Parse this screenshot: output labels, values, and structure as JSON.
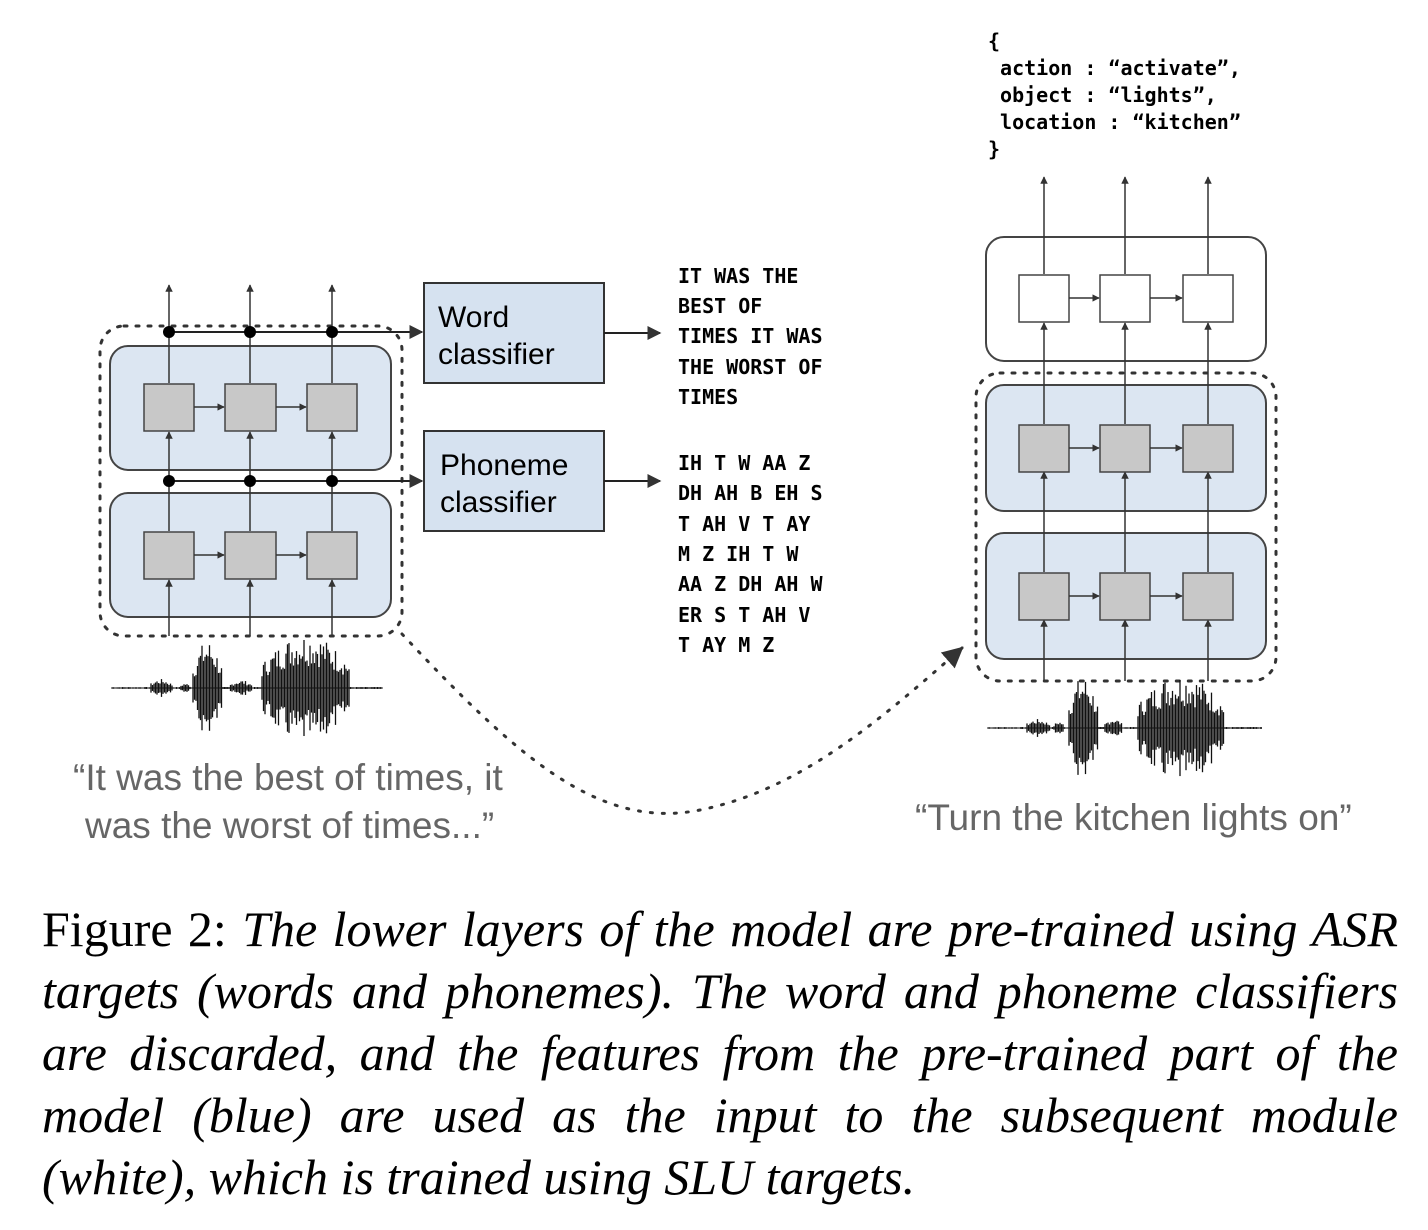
{
  "classifiers": {
    "word": [
      "Word",
      "classifier"
    ],
    "phoneme": [
      "Phoneme",
      "classifier"
    ]
  },
  "word_output": [
    "IT WAS THE",
    "BEST OF",
    "TIMES IT WAS",
    "THE WORST OF",
    "TIMES"
  ],
  "phoneme_output": [
    "IH T W AA Z",
    "DH AH B EH S",
    "T AH V T AY",
    "M Z IH T W",
    "AA Z DH AH W",
    "ER S T AH V",
    "T AY M Z"
  ],
  "slu_output": [
    "{",
    " action : “activate”,",
    " object : “lights”,",
    " location : “kitchen”",
    "}"
  ],
  "left_quote": [
    "“It was the best of times, it",
    "was the worst of times...”"
  ],
  "right_quote": "“Turn the kitchen lights on”",
  "caption": {
    "label": "Figure 2:",
    "text": "The lower layers of the model are pre-trained using ASR targets (words and phonemes). The word and phoneme classifiers are discarded, and the features from the pre-trained part of the model (blue) are used as the input to the subsequent module (white), which is trained using SLU targets."
  },
  "colors": {
    "blue_fill": "#dce6f2",
    "classifier_fill": "#d6e2f0",
    "cell_fill": "#c8c8c8",
    "quote_text": "#666666"
  }
}
